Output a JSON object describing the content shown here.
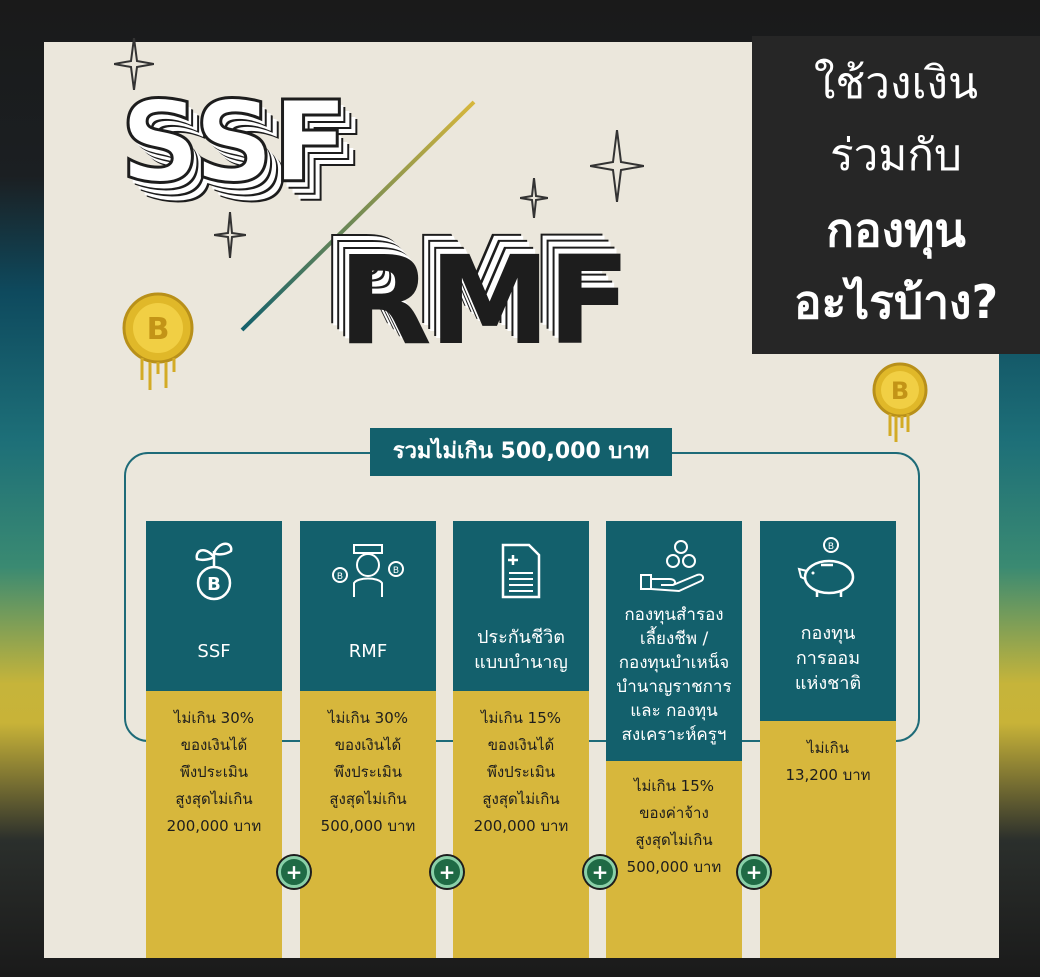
{
  "headline": {
    "line1": "ใช้วงเงิน",
    "line2": "ร่วมกับ",
    "line3": "กองทุน",
    "line4": "อะไรบ้าง?"
  },
  "logo_text": {
    "ssf": "SSF",
    "rmf": "RMF"
  },
  "total_limit": "รวมไม่เกิน 500,000 บาท",
  "columns": [
    {
      "icon": "plant-coin-icon",
      "name": "SSF",
      "limit": [
        "ไม่เกิน 30%",
        "ของเงินได้",
        "พึงประเมิน",
        "สูงสุดไม่เกิน",
        "200,000 บาท"
      ]
    },
    {
      "icon": "retiree-coins-icon",
      "name": "RMF",
      "limit": [
        "ไม่เกิน 30%",
        "ของเงินได้",
        "พึงประเมิน",
        "สูงสุดไม่เกิน",
        "500,000 บาท"
      ]
    },
    {
      "icon": "insurance-document-icon",
      "name": "ประกันชีวิต\nแบบบำนาญ",
      "limit": [
        "ไม่เกิน 15%",
        "ของเงินได้",
        "พึงประเมิน",
        "สูงสุดไม่เกิน",
        "200,000 บาท"
      ]
    },
    {
      "icon": "hand-coins-icon",
      "name": "กองทุนสำรอง\nเลี้ยงชีพ /\nกองทุนบำเหน็จ\nบำนาญราชการ\nและ กองทุน\nสงเคราะห์ครูฯ",
      "limit": [
        "ไม่เกิน 15%",
        "ของค่าจ้าง",
        "สูงสุดไม่เกิน",
        "500,000 บาท"
      ]
    },
    {
      "icon": "piggy-bank-icon",
      "name": "กองทุน\nการออม\nแห่งชาติ",
      "limit": [
        "ไม่เกิน",
        "13,200 บาท"
      ]
    }
  ],
  "plus_symbol": "+",
  "colors": {
    "teal": "#13606c",
    "gold": "#d7b73c",
    "dark": "#262626",
    "paper": "#ebe7dc"
  }
}
